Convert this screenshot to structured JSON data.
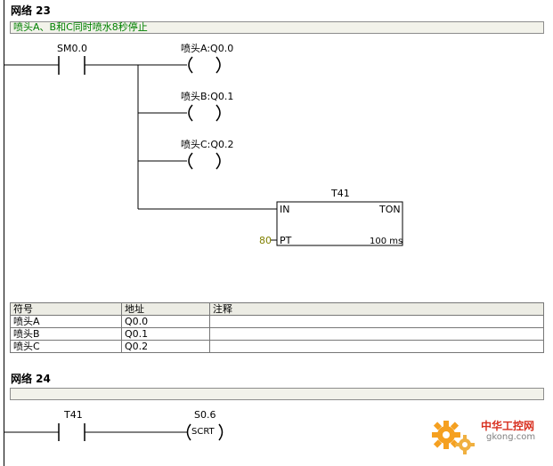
{
  "network23": {
    "title": "网络 23",
    "comment": "喷头A、B和C同时喷水8秒停止",
    "contact_sm": {
      "operand": "SM0.0"
    },
    "coils": [
      {
        "operand": "喷头A:Q0.0",
        "symbol": "(  )"
      },
      {
        "operand": "喷头B:Q0.1",
        "symbol": "(  )"
      },
      {
        "operand": "喷头C:Q0.2",
        "symbol": "(  )"
      }
    ],
    "timer": {
      "name": "T41",
      "type": "TON",
      "in_label": "IN",
      "pt_label": "PT",
      "pt_value": "80",
      "resolution": "100 ms"
    },
    "symbol_table": {
      "headers": [
        "符号",
        "地址",
        "注释"
      ],
      "rows": [
        [
          "喷头A",
          "Q0.0",
          ""
        ],
        [
          "喷头B",
          "Q0.1",
          ""
        ],
        [
          "喷头C",
          "Q0.2",
          ""
        ]
      ]
    }
  },
  "network24": {
    "title": "网络 24",
    "comment": "",
    "contact": {
      "operand": "T41"
    },
    "coil": {
      "operand": "S0.6",
      "symbol": "SCRT"
    }
  },
  "watermark": {
    "brand": "中华工控网",
    "domain": "gkong.com"
  },
  "colors": {
    "comment_text": "#008000",
    "pt_value": "#808000",
    "logo_orange": "#f5a020",
    "logo_red": "#d83020"
  }
}
